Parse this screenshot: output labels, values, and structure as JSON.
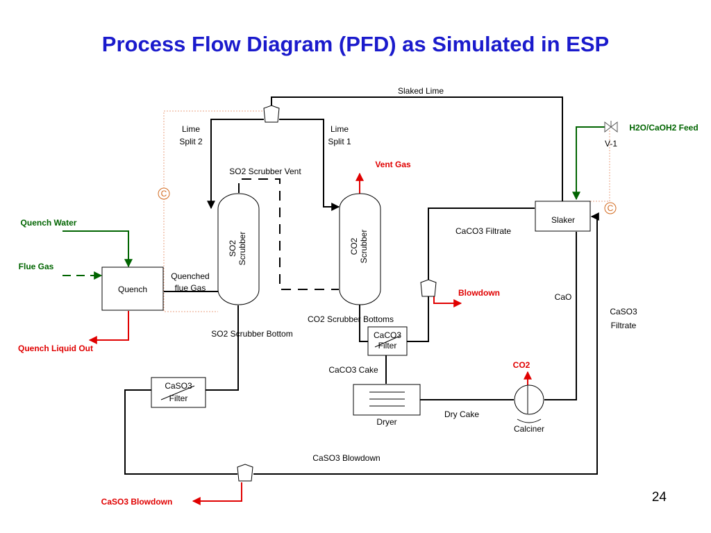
{
  "title": "Process Flow Diagram (PFD) as Simulated in ESP",
  "page_number": "24",
  "units": {
    "quench": "Quench",
    "so2_scrubber_line1": "SO2",
    "so2_scrubber_line2": "Scrubber",
    "co2_scrubber_line1": "CO2",
    "co2_scrubber_line2": "Scrubber",
    "slaker": "Slaker",
    "caco3_filter_line1": "CaCO3",
    "caco3_filter_line2": "Filter",
    "caso3_filter_line1": "CaSO3",
    "caso3_filter_line2": "Filter",
    "dryer": "Dryer",
    "calciner": "Calciner",
    "valve": "V-1"
  },
  "streams": {
    "slaked_lime": "Slaked Lime",
    "lime_split2_line1": "Lime",
    "lime_split2_line2": "Split 2",
    "lime_split1_line1": "Lime",
    "lime_split1_line2": "Split 1",
    "vent_gas": "Vent Gas",
    "so2_scrubber_vent": "SO2 Scrubber Vent",
    "h2o_caoh2_feed": "H2O/CaOH2 Feed",
    "quench_water": "Quench Water",
    "flue_gas": "Flue Gas",
    "quenched_flue_gas_line1": "Quenched",
    "quenched_flue_gas_line2": "flue Gas",
    "caco3_filtrate": "CaCO3 Filtrate",
    "blowdown": "Blowdown",
    "cao": "CaO",
    "caso3_filtrate_line1": "CaSO3",
    "caso3_filtrate_line2": "Filtrate",
    "co2_scrubber_bottoms": "CO2 Scrubber Bottoms",
    "so2_scrubber_bottom": "SO2 Scrubber Bottom",
    "quench_liquid_out": "Quench Liquid Out",
    "caco3_cake": "CaCO3 Cake",
    "co2": "CO2",
    "dry_cake": "Dry Cake",
    "caso3_blowdown": "CaSO3 Blowdown",
    "caso3_blowdown_out": "CaSO3 Blowdown"
  },
  "controllers": {
    "c1": "C",
    "c2": "C"
  },
  "colors": {
    "title": "#1a1acc",
    "outlet": "#e00000",
    "feed": "#006400",
    "control": "#d2691e"
  }
}
